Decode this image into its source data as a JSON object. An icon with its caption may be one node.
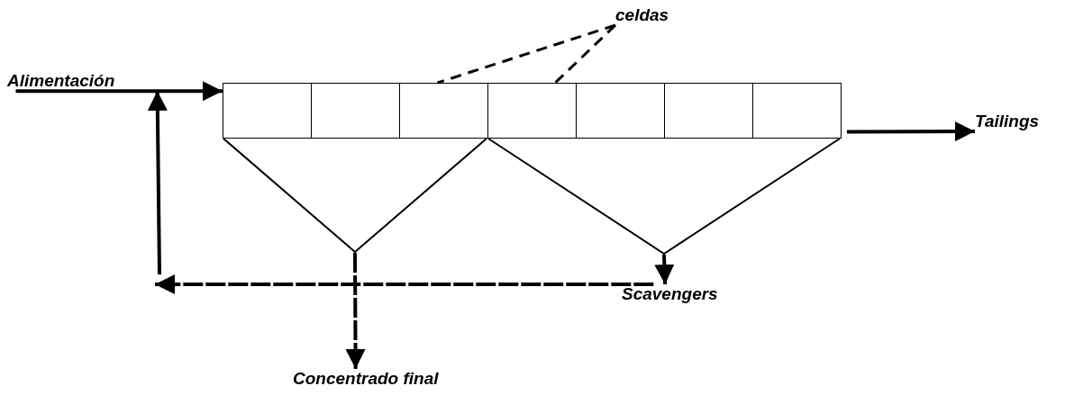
{
  "diagram": {
    "nodes": [
      {
        "text": [
          "Alimentación"
        ]
      },
      {
        "text": [],
        "shape": "box"
      },
      {
        "text": [],
        "shape": "box"
      },
      {
        "text": [],
        "shape": "box"
      },
      {
        "text": [],
        "shape": "box"
      },
      {
        "text": [],
        "shape": "box"
      },
      {
        "text": [],
        "shape": "box"
      },
      {
        "text": [],
        "shape": "box"
      },
      {
        "text": [
          "celdas"
        ]
      },
      {
        "text": [
          "Tailings"
        ]
      },
      {
        "text": [],
        "shape": "triangle"
      },
      {
        "text": [],
        "shape": "triangle"
      },
      {
        "text": [
          "Scavengers"
        ]
      },
      {
        "text": [
          "Concentrado final"
        ]
      }
    ],
    "edges": [
      {
        "from": 0,
        "to": 1,
        "arrow": "to"
      },
      {
        "from": 8,
        "to": 3,
        "arrow": "none",
        "style": "dashed"
      },
      {
        "from": 8,
        "to": 4,
        "arrow": "none",
        "style": "dashed"
      },
      {
        "from": 7,
        "to": 9,
        "arrow": "to"
      },
      {
        "from": 10,
        "to": 13,
        "arrow": "to",
        "style": "dashed"
      },
      {
        "from": 11,
        "to": 12,
        "arrow": "to"
      },
      {
        "from": 12,
        "to": null,
        "arrow": "to",
        "style": "dashed"
      },
      {
        "from": null,
        "to": 0,
        "arrow": "to"
      }
    ]
  }
}
